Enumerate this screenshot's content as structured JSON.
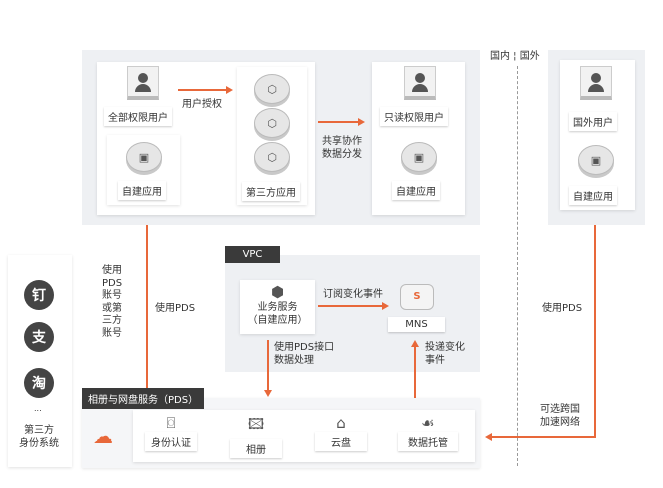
{
  "region": {
    "domestic": "国内",
    "overseas": "国外"
  },
  "top": {
    "full_user": "全部权限用户",
    "grant": "用户授权",
    "self_app_1": "自建应用",
    "third_app": "第三方应用",
    "share": [
      "共享协作",
      "数据分发"
    ],
    "readonly_user": "只读权限用户",
    "self_app_2": "自建应用"
  },
  "overseas": {
    "user": "国外用户",
    "self_app": "自建应用",
    "use_pds": "使用PDS",
    "accel": [
      "可选跨国",
      "加速网络"
    ]
  },
  "identity": {
    "ellipsis": "...",
    "label": [
      "第三方",
      "身份系统"
    ],
    "icons": [
      "钉",
      "支",
      "淘"
    ]
  },
  "left_flow": {
    "account": [
      "使用",
      "PDS",
      "账号",
      "或第",
      "三方",
      "账号"
    ],
    "use_pds": "使用PDS"
  },
  "vpc": {
    "tag": "VPC",
    "service": [
      "业务服务",
      "（自建应用）"
    ],
    "subscribe": "订阅变化事件",
    "mns": "MNS",
    "api": [
      "使用PDS接口",
      "数据处理"
    ],
    "deliver": [
      "投递变化",
      "事件"
    ]
  },
  "pds": {
    "tag": "相册与网盘服务（PDS）",
    "items": [
      "身份认证",
      "相册",
      "云盘",
      "数据托管"
    ]
  },
  "colors": {
    "accent": "#e8683a",
    "panel": "#eef0f3",
    "tag": "#3a3a3a"
  }
}
